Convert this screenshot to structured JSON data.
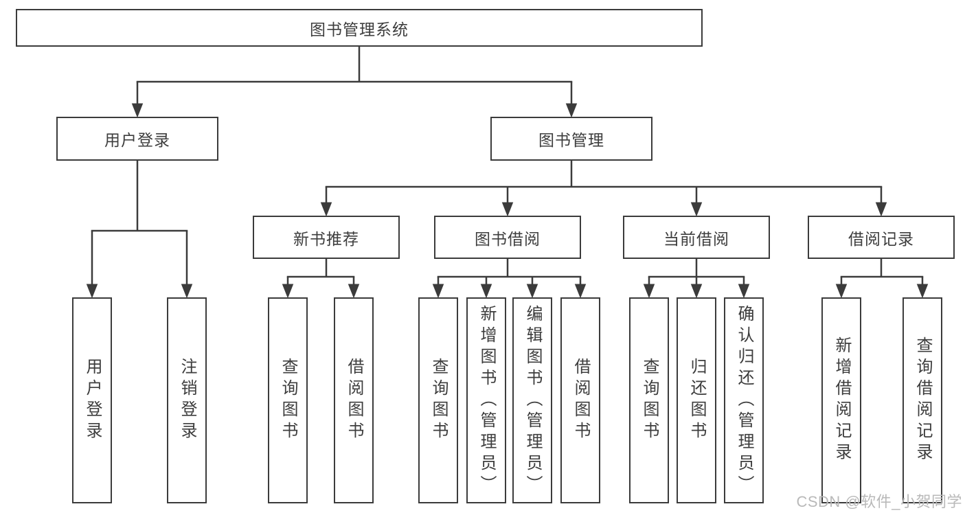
{
  "diagram": {
    "type": "hierarchy-tree",
    "title": "图书管理系统",
    "colors": {
      "background": "#ffffff",
      "line": "#3b3b3b",
      "box_border": "#3b3b3b",
      "text": "#3d3d3d",
      "watermark_text": "#b9b9b9"
    },
    "nodes": {
      "root": {
        "label": "图书管理系统"
      },
      "user_login": {
        "label": "用户登录"
      },
      "book_mgmt": {
        "label": "图书管理"
      },
      "user_login_leaf": {
        "label": "用户登录"
      },
      "logout_leaf": {
        "label": "注销登录"
      },
      "new_book_rec": {
        "label": "新书推荐"
      },
      "book_borrow": {
        "label": "图书借阅"
      },
      "current_borrow": {
        "label": "当前借阅"
      },
      "borrow_record": {
        "label": "借阅记录"
      },
      "nbr_query": {
        "label": "查询图书"
      },
      "nbr_borrow": {
        "label": "借阅图书"
      },
      "bb_query": {
        "label": "查询图书"
      },
      "bb_add": {
        "label": "新增图书（管理员）"
      },
      "bb_edit": {
        "label": "编辑图书（管理员）"
      },
      "bb_borrow": {
        "label": "借阅图书"
      },
      "cb_query": {
        "label": "查询图书"
      },
      "cb_return": {
        "label": "归还图书"
      },
      "cb_confirm": {
        "label": "确认归还（管理员）"
      },
      "br_add": {
        "label": "新增借阅记录"
      },
      "br_query": {
        "label": "查询借阅记录"
      }
    },
    "edges": [
      [
        "root",
        "user_login"
      ],
      [
        "root",
        "book_mgmt"
      ],
      [
        "user_login",
        "user_login_leaf"
      ],
      [
        "user_login",
        "logout_leaf"
      ],
      [
        "book_mgmt",
        "new_book_rec"
      ],
      [
        "book_mgmt",
        "book_borrow"
      ],
      [
        "book_mgmt",
        "current_borrow"
      ],
      [
        "book_mgmt",
        "borrow_record"
      ],
      [
        "new_book_rec",
        "nbr_query"
      ],
      [
        "new_book_rec",
        "nbr_borrow"
      ],
      [
        "book_borrow",
        "bb_query"
      ],
      [
        "book_borrow",
        "bb_add"
      ],
      [
        "book_borrow",
        "bb_edit"
      ],
      [
        "book_borrow",
        "bb_borrow"
      ],
      [
        "current_borrow",
        "cb_query"
      ],
      [
        "current_borrow",
        "cb_return"
      ],
      [
        "current_borrow",
        "cb_confirm"
      ],
      [
        "borrow_record",
        "br_add"
      ],
      [
        "borrow_record",
        "br_query"
      ]
    ],
    "watermark": "CSDN @软件_小贺同学"
  }
}
